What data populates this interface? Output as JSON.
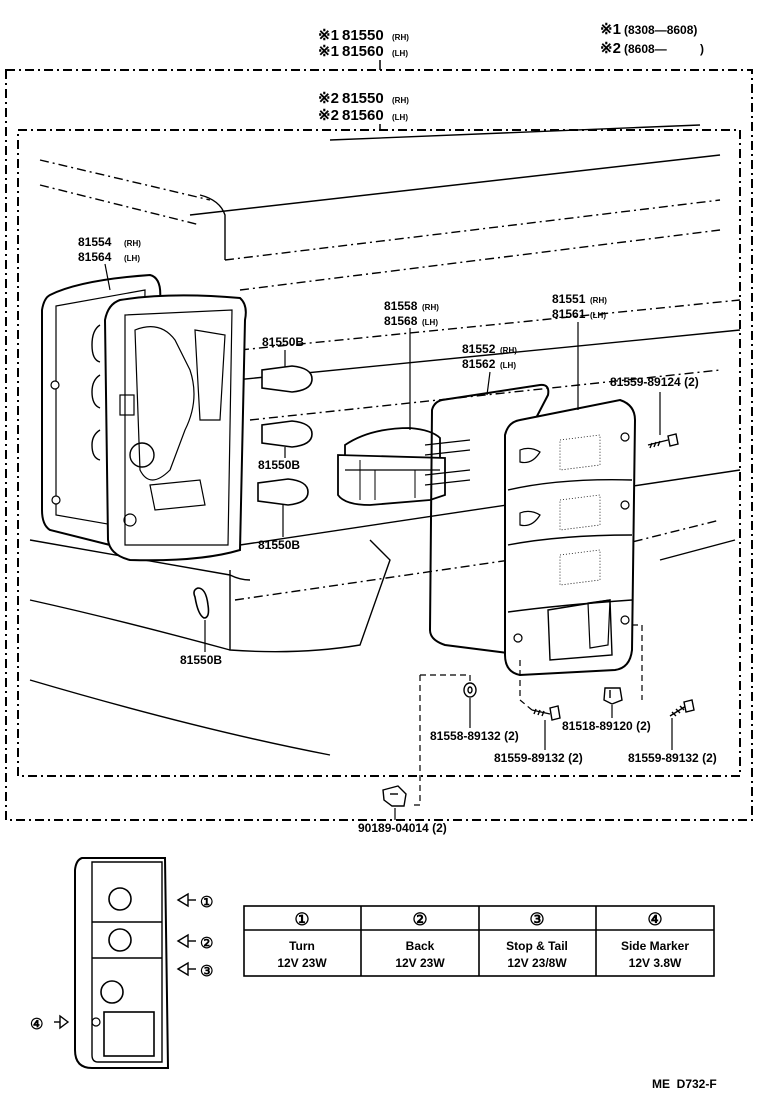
{
  "header": {
    "ref1_mark": "※1",
    "ref1_rh": "81550",
    "ref1_rh_side": "(RH)",
    "ref1_lh": "81560",
    "ref1_lh_side": "(LH)",
    "ref2_mark": "※2",
    "ref2_rh": "81550",
    "ref2_rh_side": "(RH)",
    "ref2_lh": "81560",
    "ref2_lh_side": "(LH)",
    "legend1_mark": "※1",
    "legend1_range": "(8308—8608)",
    "legend2_mark": "※2",
    "legend2_range": "(8608—          )"
  },
  "parts": {
    "p81554_rh": "81554",
    "p81554_side": "(RH)",
    "p81564_lh": "81564",
    "p81564_side": "(LH)",
    "bulb_a": "81550B",
    "bulb_b": "81550B",
    "bulb_c": "81550B",
    "bulb_d": "81550B",
    "p81558_rh": "81558",
    "p81558_side": "(RH)",
    "p81568_lh": "81568",
    "p81568_side": "(LH)",
    "p81552_rh": "81552",
    "p81552_side": "(RH)",
    "p81562_lh": "81562",
    "p81562_side": "(LH)",
    "p81551_rh": "81551",
    "p81551_side": "(RH)",
    "p81561_lh": "81561",
    "p81561_side": "(LH)",
    "screw_top": "81559-89124 (2)",
    "washer": "81558-89132 (2)",
    "screw_mid": "81559-89132 (2)",
    "clip": "81518-89120 (2)",
    "screw_right": "81559-89132 (2)",
    "nut": "90189-04014 (2)"
  },
  "lamp_pointers": [
    "①",
    "②",
    "③",
    "④"
  ],
  "bulb_table": {
    "headers": [
      "①",
      "②",
      "③",
      "④"
    ],
    "names": [
      "Turn",
      "Back",
      "Stop & Tail",
      "Side Marker"
    ],
    "ratings": [
      "12V 23W",
      "12V 23W",
      "12V 23/8W",
      "12V 3.8W"
    ]
  },
  "footer": {
    "code": "ME  D732-F"
  }
}
